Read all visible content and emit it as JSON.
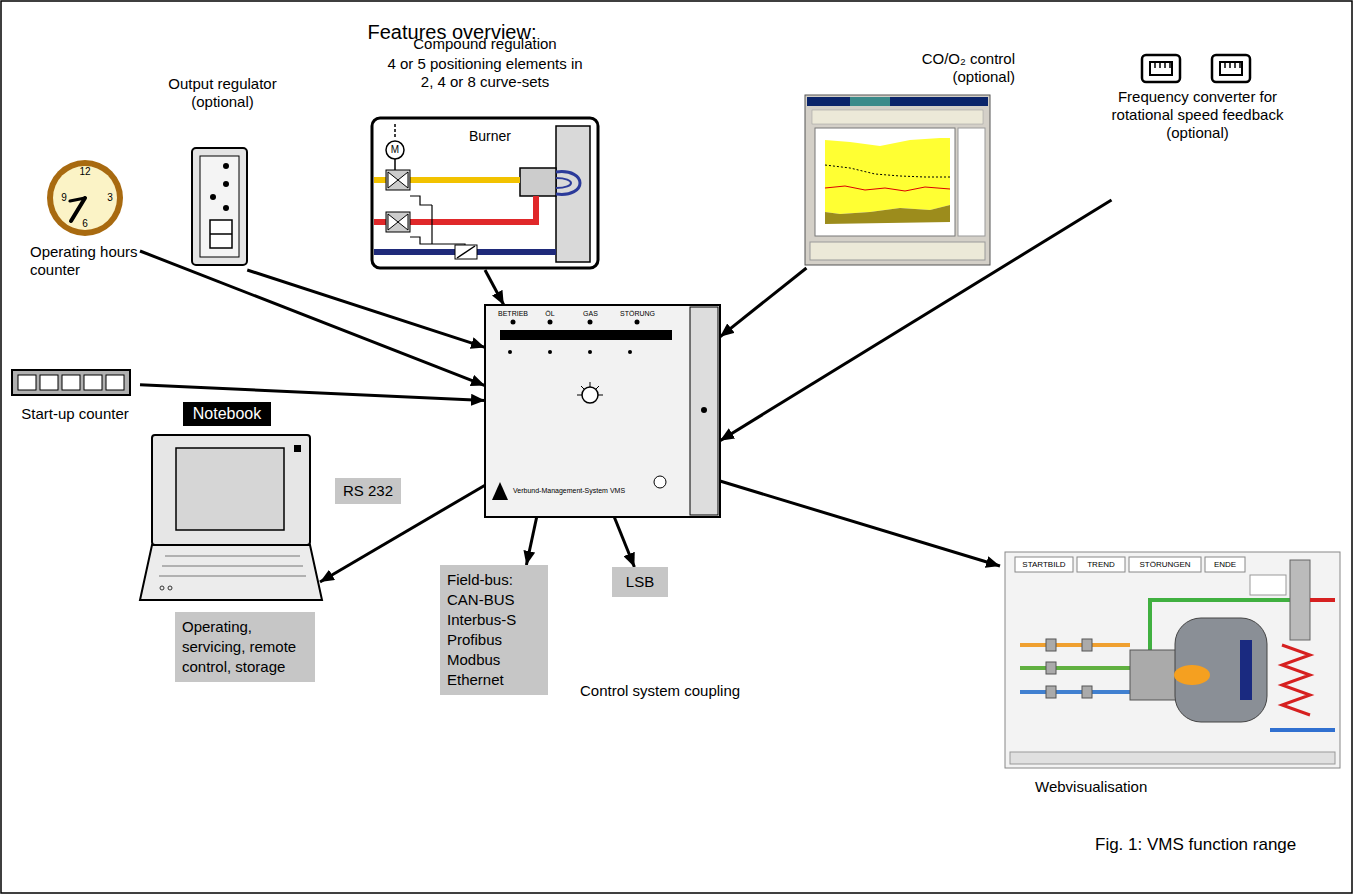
{
  "diagram": {
    "title": "Features overview:",
    "caption": "Fig. 1: VMS function range",
    "nodes": [
      {
        "text": [
          "Output regulator (optional)"
        ]
      },
      {
        "text": [
          "Compound regulation",
          "4 or 5 positioning elements in 2, 4 or 8 curve-sets",
          "Burner"
        ]
      },
      {
        "text": [
          "CO/O₂ control (optional)"
        ]
      },
      {
        "text": [
          "Frequency converter for rotational speed feedback (optional)"
        ]
      },
      {
        "text": [
          "Operating hours counter"
        ]
      },
      {
        "text": [
          "Start-up counter"
        ]
      },
      {
        "text": [
          "BETRIEB",
          "ÖL",
          "GAS",
          "STÖRUNG",
          "Verbund-Management-System VMS"
        ]
      },
      {
        "text": [
          "Notebook"
        ]
      },
      {
        "text": [
          "Operating, servicing, remote control, storage"
        ]
      },
      {
        "text": [
          "Field-bus:",
          "CAN-BUS",
          "Interbus-S",
          "Profibus",
          "Modbus",
          "Ethernet"
        ]
      },
      {
        "text": [
          "LSB"
        ]
      },
      {
        "text": [
          "Webvisualisation"
        ]
      }
    ],
    "edges": [
      {
        "from": 0,
        "to": 6,
        "arrow": "to"
      },
      {
        "from": 1,
        "to": 6,
        "arrow": "to"
      },
      {
        "from": 2,
        "to": 6,
        "arrow": "to"
      },
      {
        "from": 3,
        "to": 6,
        "arrow": "to"
      },
      {
        "from": 4,
        "to": 6,
        "arrow": "to"
      },
      {
        "from": 5,
        "to": 6,
        "arrow": "to"
      },
      {
        "from": 6,
        "to": 7,
        "label": "RS 232",
        "arrow": "to"
      },
      {
        "from": 6,
        "to": 9,
        "arrow": "to"
      },
      {
        "from": 6,
        "to": 10,
        "arrow": "to"
      },
      {
        "from": 6,
        "to": 11,
        "arrow": "to"
      }
    ],
    "labels": [
      "12",
      "3",
      "6",
      "9",
      "M",
      "STARTBILD",
      "TREND",
      "STÖRUNGEN",
      "ENDE",
      "Control system coupling"
    ]
  }
}
